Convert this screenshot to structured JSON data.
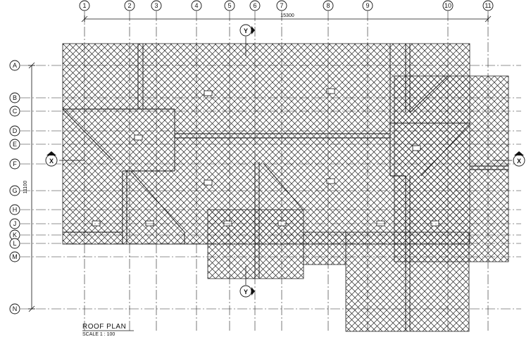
{
  "drawing": {
    "title": "ROOF PLAN",
    "scale": "SCALE  1 : 100",
    "overall_width_dim": "15300",
    "overall_height_dim": "11100"
  },
  "grid": {
    "columns": [
      "1",
      "2",
      "3",
      "4",
      "5",
      "6",
      "7",
      "8",
      "9",
      "10",
      "11"
    ],
    "rows": [
      "A",
      "B",
      "C",
      "D",
      "E",
      "F",
      "G",
      "H",
      "J",
      "K",
      "L",
      "M",
      "N"
    ]
  },
  "section_markers": {
    "x_label": "X",
    "y_label": "Y"
  }
}
